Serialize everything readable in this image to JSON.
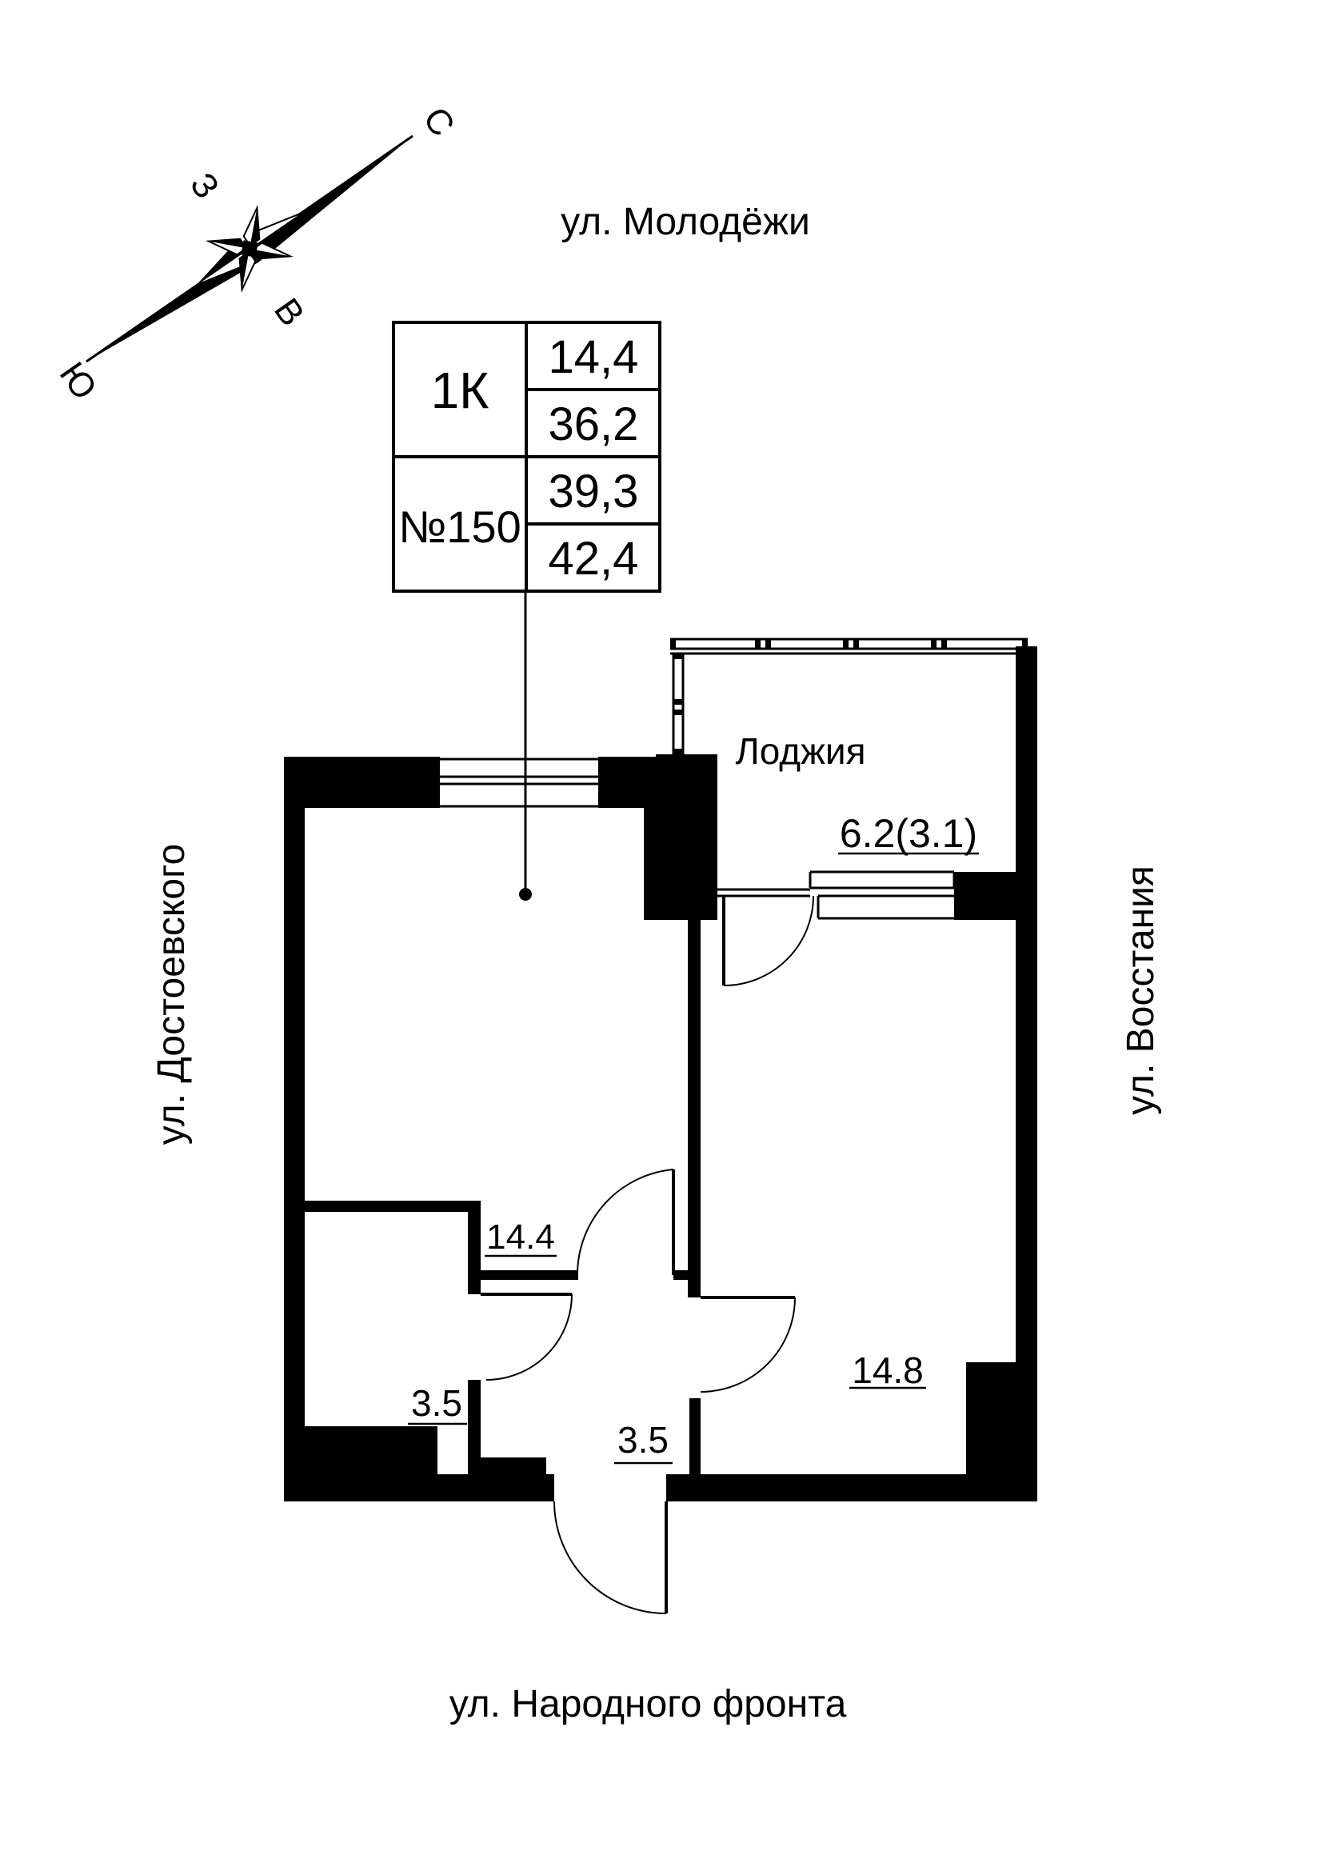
{
  "compass": {
    "north": "С",
    "west": "З",
    "east": "В",
    "south": "Ю"
  },
  "streets": {
    "top": "ул. Молодёжи",
    "left": "ул. Достоевского",
    "right": "ул. Восстания",
    "bottom": "ул. Народного фронта"
  },
  "info_table": {
    "type": "1К",
    "number": "№150",
    "value_1": "14,4",
    "value_2": "36,2",
    "value_3": "39,3",
    "value_4": "42,4"
  },
  "rooms": {
    "loggia": {
      "name": "Лоджия",
      "area": "6.2(3.1)"
    },
    "living": {
      "area": "14.4"
    },
    "bathroom": {
      "area": "3.5"
    },
    "hallway": {
      "area": "3.5"
    },
    "bedroom": {
      "area": "14.8"
    }
  }
}
